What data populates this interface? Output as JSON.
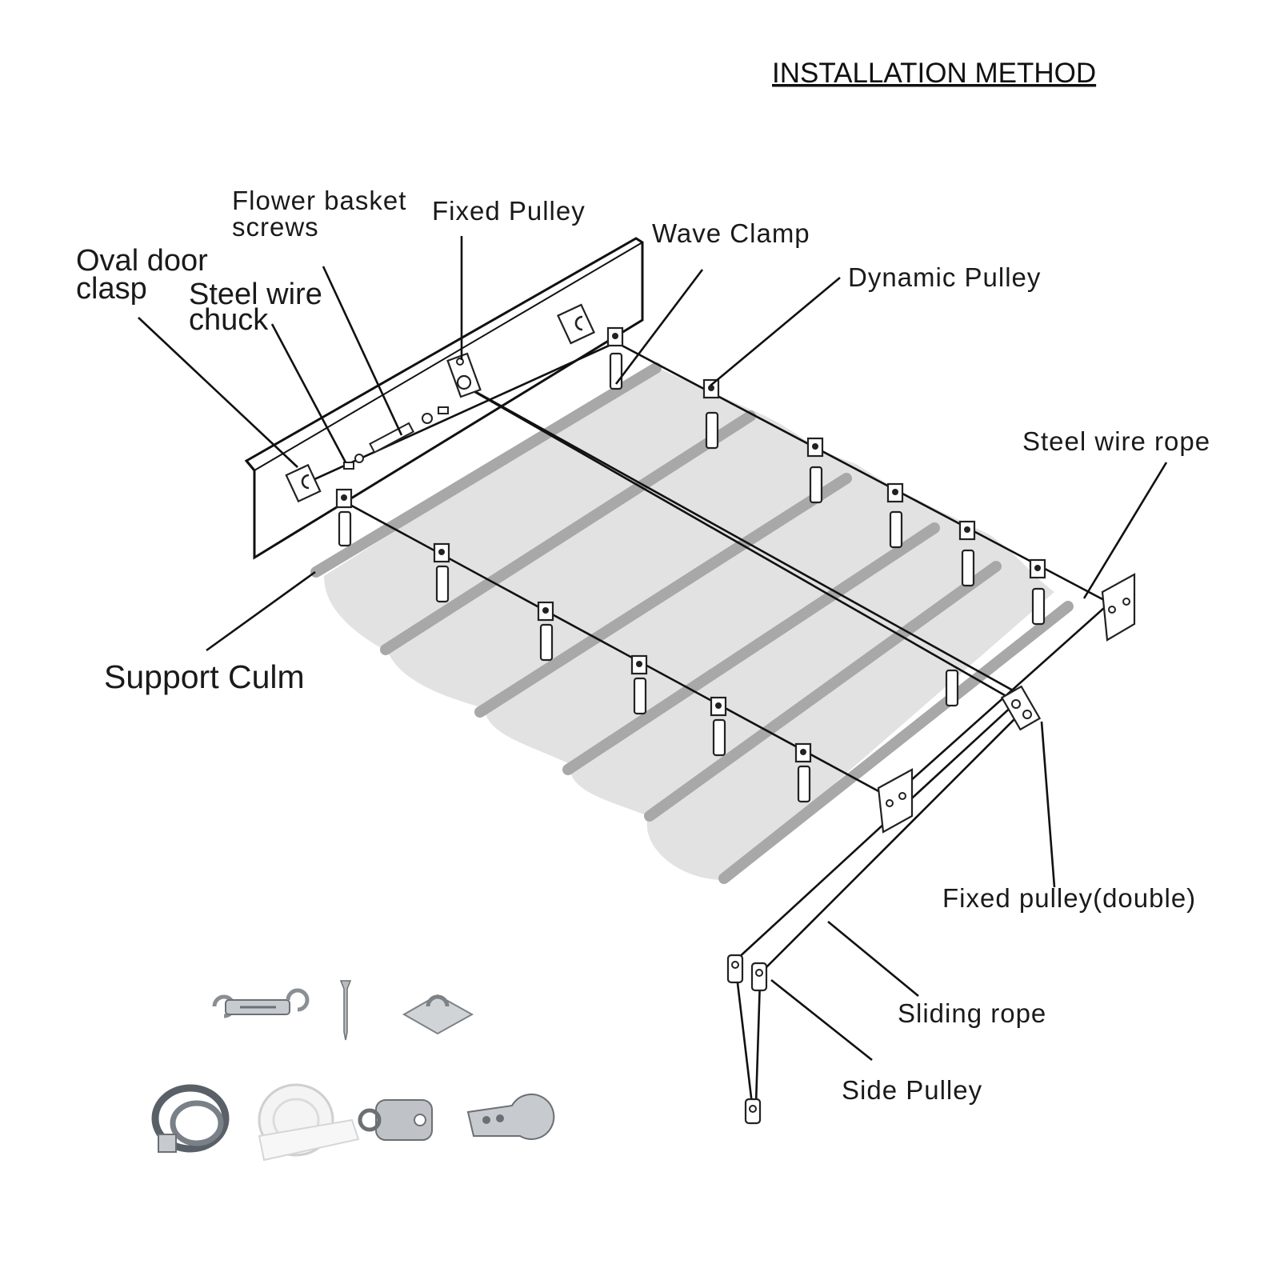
{
  "title": "INSTALLATION METHOD",
  "labels": {
    "oval_door_clasp": [
      "Oval door",
      "clasp"
    ],
    "steel_wire_chuck": [
      "Steel wire",
      "chuck"
    ],
    "flower_basket_screws": [
      "Flower basket",
      "screws"
    ],
    "fixed_pulley": "Fixed Pulley",
    "wave_clamp": "Wave Clamp",
    "dynamic_pulley": "Dynamic Pulley",
    "steel_wire_rope": "Steel wire rope",
    "support_culm": "Support Culm",
    "fixed_pulley_double": "Fixed pulley(double)",
    "sliding_rope": "Sliding rope",
    "side_pulley": "Side Pulley"
  },
  "colors": {
    "line": "#111111",
    "canopy": "#e2e2e2",
    "culm": "#a8a8a8",
    "steel": "#9aa0a6"
  },
  "accessories": [
    "turnbuckle-icon",
    "screw-icon",
    "pad-eye-plate-icon",
    "wire-rope-coil-icon",
    "fabric-roll-icon",
    "pulley-icon",
    "pipe-clamp-icon"
  ]
}
